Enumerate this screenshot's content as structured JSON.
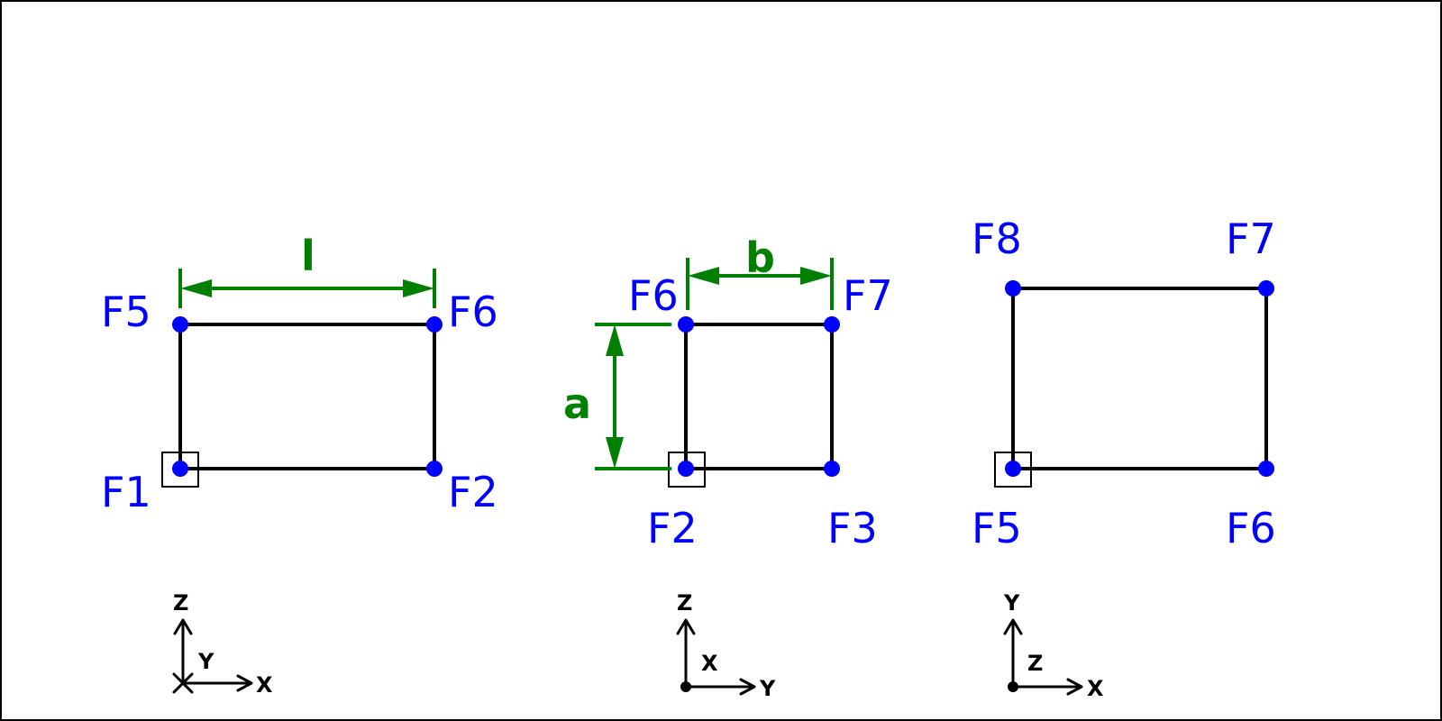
{
  "views": {
    "front": {
      "points": {
        "top_left": "F5",
        "top_right": "F6",
        "bottom_left": "F1",
        "bottom_right": "F2"
      },
      "dimension_label": "l",
      "axes": {
        "vertical": "Z",
        "horizontal": "X",
        "depth": "Y"
      }
    },
    "side": {
      "points": {
        "top_left": "F6",
        "top_right": "F7",
        "bottom_left": "F2",
        "bottom_right": "F3"
      },
      "width_label": "b",
      "height_label": "a",
      "axes": {
        "vertical": "Z",
        "horizontal": "Y",
        "depth": "X"
      }
    },
    "top": {
      "points": {
        "top_left": "F8",
        "top_right": "F7",
        "bottom_left": "F5",
        "bottom_right": "F6"
      },
      "axes": {
        "vertical": "Y",
        "horizontal": "X",
        "depth": "Z"
      }
    }
  },
  "colors": {
    "points": "#0000ff",
    "dimensions": "#008000",
    "frame": "#000000"
  }
}
